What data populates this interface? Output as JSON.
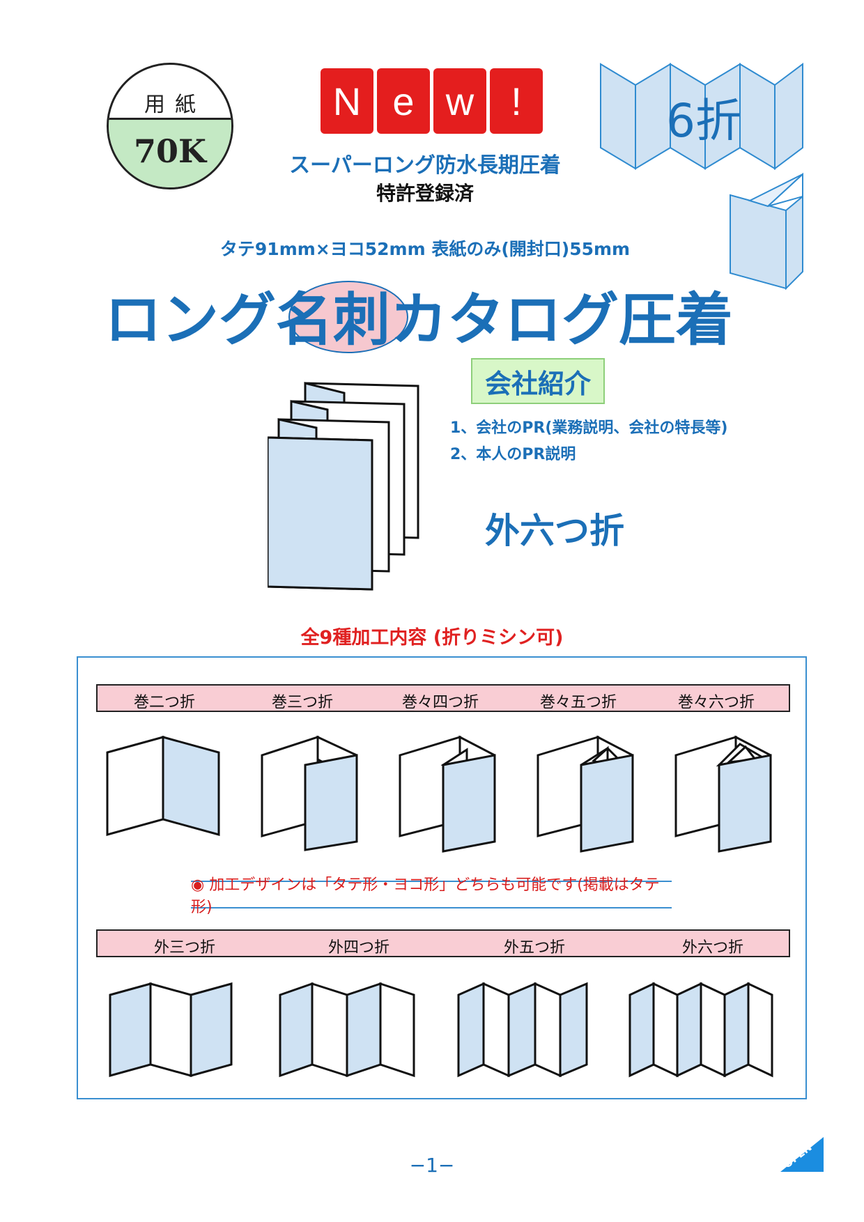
{
  "paper": {
    "label": "用紙",
    "value": "70K"
  },
  "badge": {
    "chars": [
      "N",
      "e",
      "w",
      "!"
    ]
  },
  "subtitle": "スーパーロング防水長期圧着",
  "patent": "特許登録済",
  "fold_badge": "6折",
  "size_line": "タテ91mm×ヨコ52mm 表紙のみ(開封口)55mm",
  "main_title": {
    "part1": "ロング",
    "part2": "名刺",
    "part3": "カタログ圧着"
  },
  "company": {
    "label": "会社紹介",
    "items": [
      "1、会社のPR(業務説明、会社の特長等)",
      "2、本人のPR説明"
    ],
    "fold_type": "外六つ折"
  },
  "types_heading": "全9種加工内容 (折りミシン可)",
  "row1_types": [
    "巻二つ折",
    "巻三つ折",
    "巻々四つ折",
    "巻々五つ折",
    "巻々六つ折"
  ],
  "note": "◉ 加工デザインは「タテ形・ヨコ形」どちらも可能です(掲載はタテ形)",
  "row2_types": [
    "外三つ折",
    "外四つ折",
    "外五つ折",
    "外六つ折"
  ],
  "page_number": "−1−",
  "open_tag": "OPEN",
  "colors": {
    "brand_blue": "#1b6fb7",
    "panel_blue": "#cfe2f3",
    "red": "#e41e1e",
    "pink": "#f9cdd4",
    "green": "#c4e9c4"
  }
}
